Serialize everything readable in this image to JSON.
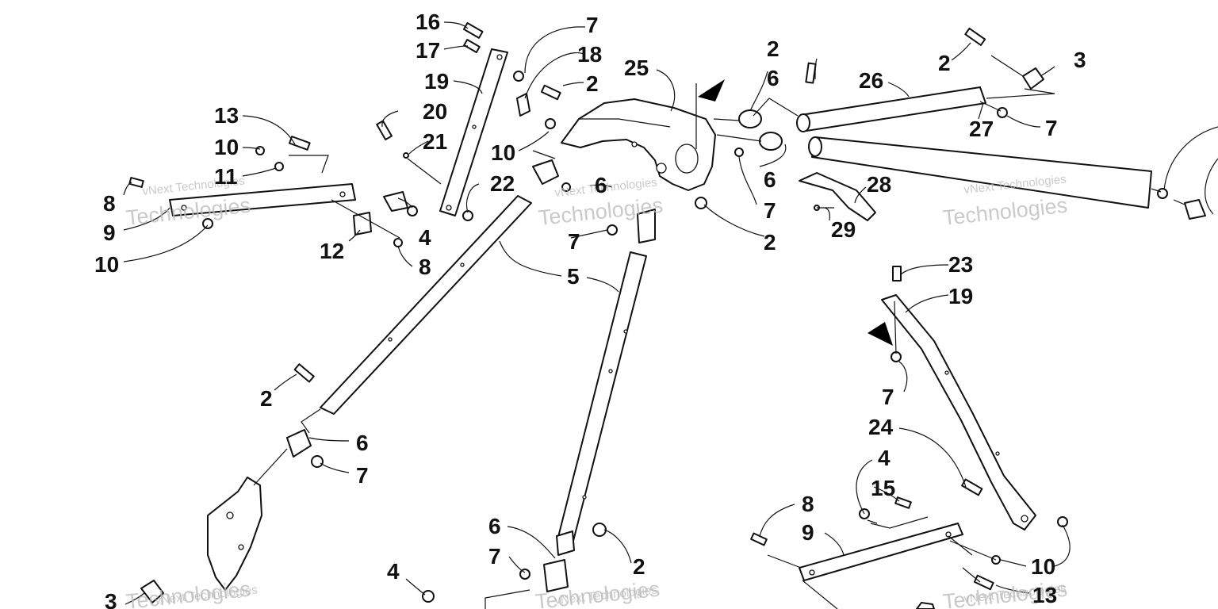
{
  "watermark": {
    "line1": "vNext Technologies",
    "line2": "Technologies"
  },
  "callouts": [
    {
      "id": "c16",
      "text": "16"
    },
    {
      "id": "c7a",
      "text": "7"
    },
    {
      "id": "c17",
      "text": "17"
    },
    {
      "id": "c18",
      "text": "18"
    },
    {
      "id": "c19a",
      "text": "19"
    },
    {
      "id": "c2a",
      "text": "2"
    },
    {
      "id": "c25",
      "text": "25"
    },
    {
      "id": "c2b",
      "text": "2"
    },
    {
      "id": "c6a",
      "text": "6"
    },
    {
      "id": "c26",
      "text": "26"
    },
    {
      "id": "c2c",
      "text": "2"
    },
    {
      "id": "c3a",
      "text": "3"
    },
    {
      "id": "c20",
      "text": "20"
    },
    {
      "id": "c21",
      "text": "21"
    },
    {
      "id": "c10a",
      "text": "10"
    },
    {
      "id": "c13a",
      "text": "13"
    },
    {
      "id": "c10b",
      "text": "10"
    },
    {
      "id": "c11",
      "text": "11"
    },
    {
      "id": "c27",
      "text": "27"
    },
    {
      "id": "c7b",
      "text": "7"
    },
    {
      "id": "c22",
      "text": "22"
    },
    {
      "id": "c6b",
      "text": "6"
    },
    {
      "id": "c8a",
      "text": "8"
    },
    {
      "id": "c9a",
      "text": "9"
    },
    {
      "id": "c10c",
      "text": "10"
    },
    {
      "id": "c4a",
      "text": "4"
    },
    {
      "id": "c12",
      "text": "12"
    },
    {
      "id": "c8b",
      "text": "8"
    },
    {
      "id": "c7c",
      "text": "7"
    },
    {
      "id": "c6c",
      "text": "6"
    },
    {
      "id": "c28",
      "text": "28"
    },
    {
      "id": "c7d",
      "text": "7"
    },
    {
      "id": "c29",
      "text": "29"
    },
    {
      "id": "c2d",
      "text": "2"
    },
    {
      "id": "c5",
      "text": "5"
    },
    {
      "id": "c23",
      "text": "23"
    },
    {
      "id": "c19b",
      "text": "19"
    },
    {
      "id": "c2e",
      "text": "2"
    },
    {
      "id": "c6d",
      "text": "6"
    },
    {
      "id": "c7e",
      "text": "7"
    },
    {
      "id": "c7f",
      "text": "7"
    },
    {
      "id": "c24",
      "text": "24"
    },
    {
      "id": "c4b",
      "text": "4"
    },
    {
      "id": "c15",
      "text": "15"
    },
    {
      "id": "c8c",
      "text": "8"
    },
    {
      "id": "c9b",
      "text": "9"
    },
    {
      "id": "c6e",
      "text": "6"
    },
    {
      "id": "c7g",
      "text": "7"
    },
    {
      "id": "c4c",
      "text": "4"
    },
    {
      "id": "c2f",
      "text": "2"
    },
    {
      "id": "c10d",
      "text": "10"
    },
    {
      "id": "c13b",
      "text": "13"
    },
    {
      "id": "c3b",
      "text": "3"
    }
  ]
}
